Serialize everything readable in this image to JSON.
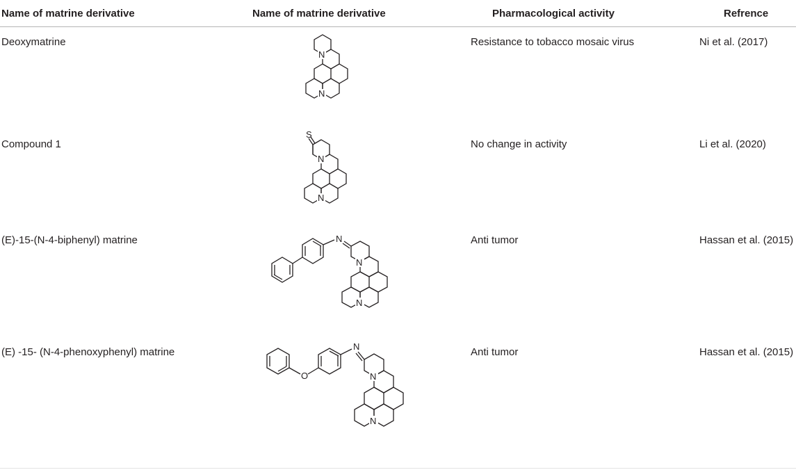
{
  "table": {
    "headers": [
      "Name of matrine derivative",
      "Name of matrine derivative",
      "Pharmacological activity",
      "Refrence"
    ],
    "rows": [
      {
        "name": "Deoxymatrine",
        "activity": "Resistance to tobacco mosaic virus",
        "reference": "Ni et al. (2017)"
      },
      {
        "name": "Compound 1",
        "activity": "No change in activity",
        "reference": "Li et al. (2020)"
      },
      {
        "name": "(E)-15-(N-4-biphenyl) matrine",
        "activity": "Anti tumor",
        "reference": "Hassan et al. (2015)"
      },
      {
        "name": "(E) -15- (N-4-phenoxyphenyl) matrine",
        "activity": "Anti tumor",
        "reference": "Hassan et al. (2015)"
      }
    ]
  },
  "atom_labels": {
    "nitrogen": "N",
    "sulfur": "S",
    "oxygen": "O"
  }
}
